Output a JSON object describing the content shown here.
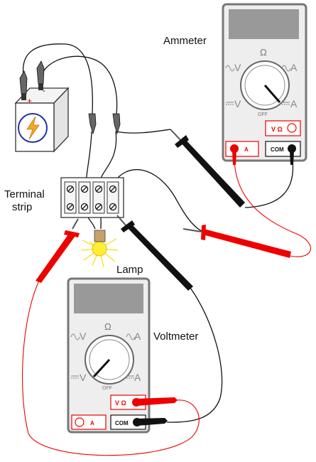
{
  "labels": {
    "ammeter": "Ammeter",
    "voltmeter": "Voltmeter",
    "terminal_line1": "Terminal",
    "terminal_line2": "strip",
    "lamp": "Lamp"
  },
  "battery": {
    "plus_sign": "+",
    "minus_sign": "-"
  },
  "ammeter": {
    "dial_symbols": {
      "ohm": "Ω",
      "ac_volts": "V",
      "ac_amps": "A",
      "dc_volts": "V",
      "dc_amps": "A",
      "off": "OFF"
    },
    "jacks": {
      "v_ohm": "V Ω",
      "amps": "A",
      "common": "COM"
    }
  },
  "voltmeter": {
    "dial_symbols": {
      "ohm": "Ω",
      "ac_volts": "V",
      "ac_amps": "A",
      "dc_volts": "V",
      "dc_amps": "A",
      "off": "OFF"
    },
    "jacks": {
      "v_ohm": "V Ω",
      "amps": "A",
      "common": "COM"
    }
  },
  "colors": {
    "meter_body": "#eeeeee",
    "meter_border": "#777777",
    "display": "#999999",
    "red_lead": "#ee0000",
    "black_lead": "#111111",
    "lamp_glow": "#ffee33",
    "bolt": "#f5a623"
  }
}
